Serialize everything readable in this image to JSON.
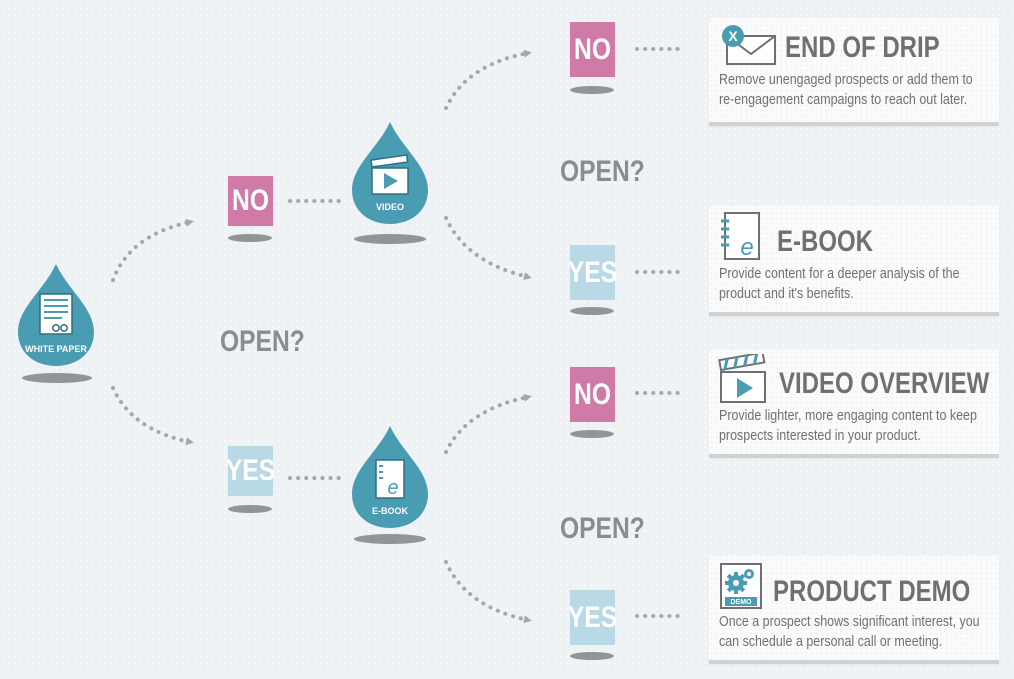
{
  "nodes": {
    "white_paper": {
      "label": "WHITE PAPER",
      "icon": "document-icon"
    },
    "video": {
      "label": "VIDEO",
      "icon": "film-clapper-icon"
    },
    "ebook": {
      "label": "E-BOOK",
      "icon": "ebook-icon"
    }
  },
  "decisions": {
    "open_1": "OPEN?",
    "open_2": "OPEN?",
    "open_3": "OPEN?"
  },
  "branches": {
    "first_no": "NO",
    "first_yes": "YES",
    "video_no": "NO",
    "video_yes": "YES",
    "ebook_no": "NO",
    "ebook_yes": "YES"
  },
  "outcomes": [
    {
      "title": "END OF DRIP",
      "icon": "email-close-icon",
      "icon_text": "X",
      "description_line1": "Remove unengaged prospects or add them to",
      "description_line2": "re-engagement campaigns to reach out later."
    },
    {
      "title": "E-BOOK",
      "icon": "ebook-icon",
      "icon_text": "e",
      "description_line1": "Provide content for a deeper analysis of the",
      "description_line2": "product and it's benefits."
    },
    {
      "title": "VIDEO OVERVIEW",
      "icon": "film-clapper-icon",
      "icon_text": "",
      "description_line1": "Provide lighter, more engaging content to keep",
      "description_line2": "prospects interested in your product."
    },
    {
      "title": "PRODUCT DEMO",
      "icon": "gear-demo-icon",
      "icon_text": "DEMO",
      "description_line1": "Once a prospect shows significant interest, you",
      "description_line2": "can schedule a personal call or meeting."
    }
  ],
  "colors": {
    "no": "#cf7aa7",
    "yes": "#b9d9e6",
    "drop": "#4a9cb2",
    "text": "#6e7173",
    "connector": "#a4a8ab"
  }
}
